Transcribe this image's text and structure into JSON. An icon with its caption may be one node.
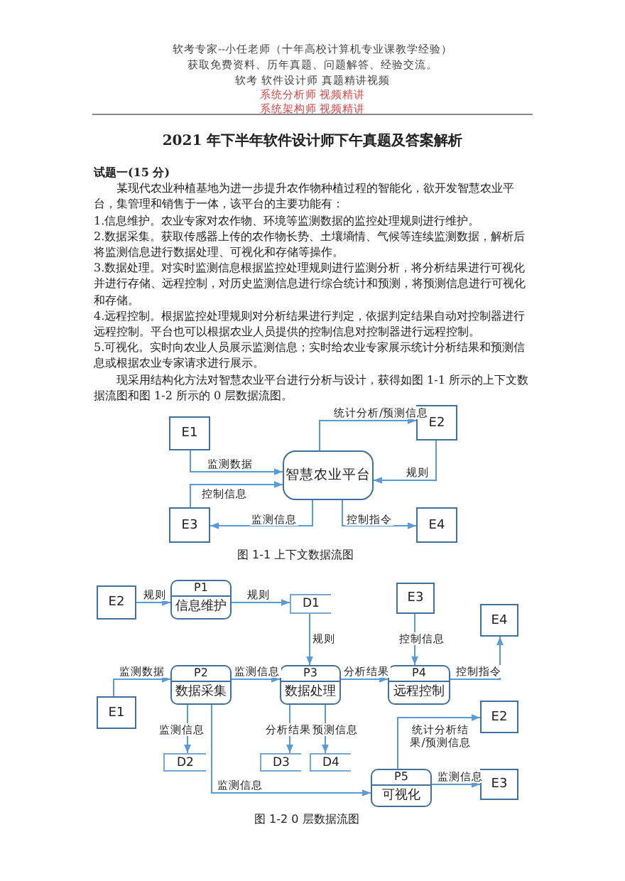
{
  "diagram": {
    "title": "2021 年下半年软件设计师下午真题及答案解析",
    "nodes": [
      {
        "text": [
          "E1"
        ]
      },
      {
        "text": [
          "智慧农业平台"
        ]
      },
      {
        "text": [
          "E2"
        ]
      },
      {
        "text": [
          "E3"
        ]
      },
      {
        "text": [
          "E4"
        ]
      },
      {
        "text": [
          "E2"
        ]
      },
      {
        "text": [
          "P1",
          "信息维护"
        ]
      },
      {
        "text": [
          "D1"
        ]
      },
      {
        "text": [
          "E3"
        ]
      },
      {
        "text": [
          "E4"
        ]
      },
      {
        "text": [
          "E1"
        ]
      },
      {
        "text": [
          "P2",
          "数据采集"
        ]
      },
      {
        "text": [
          "P3",
          "数据处理"
        ]
      },
      {
        "text": [
          "P4",
          "远程控制"
        ]
      },
      {
        "text": [
          "E2"
        ]
      },
      {
        "text": [
          "D2"
        ]
      },
      {
        "text": [
          "D3"
        ]
      },
      {
        "text": [
          "D4"
        ]
      },
      {
        "text": [
          "P5",
          "可视化"
        ]
      },
      {
        "text": [
          "E3"
        ]
      }
    ],
    "edges": [
      {
        "from": 0,
        "to": 1,
        "arrow": "to",
        "label": "监测数据"
      },
      {
        "from": 1,
        "to": 2,
        "arrow": "to",
        "label": "统计分析/预测信息"
      },
      {
        "from": 2,
        "to": 1,
        "arrow": "to",
        "label": "规则"
      },
      {
        "from": 3,
        "to": 1,
        "arrow": "to",
        "label": "控制信息"
      },
      {
        "from": 1,
        "to": 3,
        "arrow": "to",
        "label": "监测信息"
      },
      {
        "from": 1,
        "to": 4,
        "arrow": "to",
        "label": "控制指令"
      },
      {
        "from": 5,
        "to": 6,
        "arrow": "to",
        "label": "规则"
      },
      {
        "from": 6,
        "to": 7,
        "arrow": "to",
        "label": "规则"
      },
      {
        "from": 7,
        "to": 12,
        "arrow": "to",
        "label": "规则"
      },
      {
        "from": 8,
        "to": 13,
        "arrow": "to",
        "label": "控制信息"
      },
      {
        "from": 13,
        "to": 9,
        "arrow": "to",
        "label": "控制指令"
      },
      {
        "from": 10,
        "to": 11,
        "arrow": "to",
        "label": "监测数据"
      },
      {
        "from": 11,
        "to": 12,
        "arrow": "to",
        "label": "监测信息"
      },
      {
        "from": 12,
        "to": 13,
        "arrow": "to",
        "label": "分析结果"
      },
      {
        "from": 11,
        "to": 15,
        "arrow": "to",
        "label": "监测信息"
      },
      {
        "from": 12,
        "to": 16,
        "arrow": "to",
        "label": "分析结果"
      },
      {
        "from": 12,
        "to": 17,
        "arrow": "to",
        "label": "预测信息"
      },
      {
        "from": 11,
        "to": 18,
        "arrow": "to",
        "label": "监测信息"
      },
      {
        "from": 18,
        "to": 14,
        "arrow": "to",
        "label": "统计分析结果/预测信息"
      },
      {
        "from": 18,
        "to": 19,
        "arrow": "to",
        "label": "监测信息"
      }
    ],
    "labels": [
      "软考专家--小任老师（十年高校计算机专业课教学经验）",
      "获取免费资料、历年真题、问题解答、经验交流。",
      "软考 软件设计师 真题精讲视频",
      "系统分析师 视频精讲",
      "系统架构师 视频精讲",
      "试题一(15 分)",
      "某现代农业种植基地为进一步提升农作物种植过程的智能化，欲开发智慧农业平台，集管理和销售于一体，该平台的主要功能有：",
      "1.信息维护。农业专家对农作物、环境等监测数据的监控处理规则进行维护。",
      "2.数据采集。获取传感器上传的农作物长势、土壤墒情、气候等连续监测数据，解析后将监测信息进行数据处理、可视化和存储等操作。",
      "3.数据处理。对实时监测信息根据监控处理规则进行监测分析，将分析结果进行可视化并进行存储、远程控制，对历史监测信息进行综合统计和预测，将预测信息进行可视化和存储。",
      "4.远程控制。根据监控处理规则对分析结果进行判定，依据判定结果自动对控制器进行远程控制。平台也可以根据农业人员提供的控制信息对控制器进行远程控制。",
      "5.可视化。实时向农业人员展示监测信息；实时给农业专家展示统计分析结果和预测信息或根据农业专家请求进行展示。",
      "现采用结构化方法对智慧农业平台进行分析与设计，获得如图 1-1 所示的上下文数据流图和图 1-2 所示的 0 层数据流图。",
      "图 1-1 上下文数据流图",
      "图 1-2 0 层数据流图"
    ]
  }
}
